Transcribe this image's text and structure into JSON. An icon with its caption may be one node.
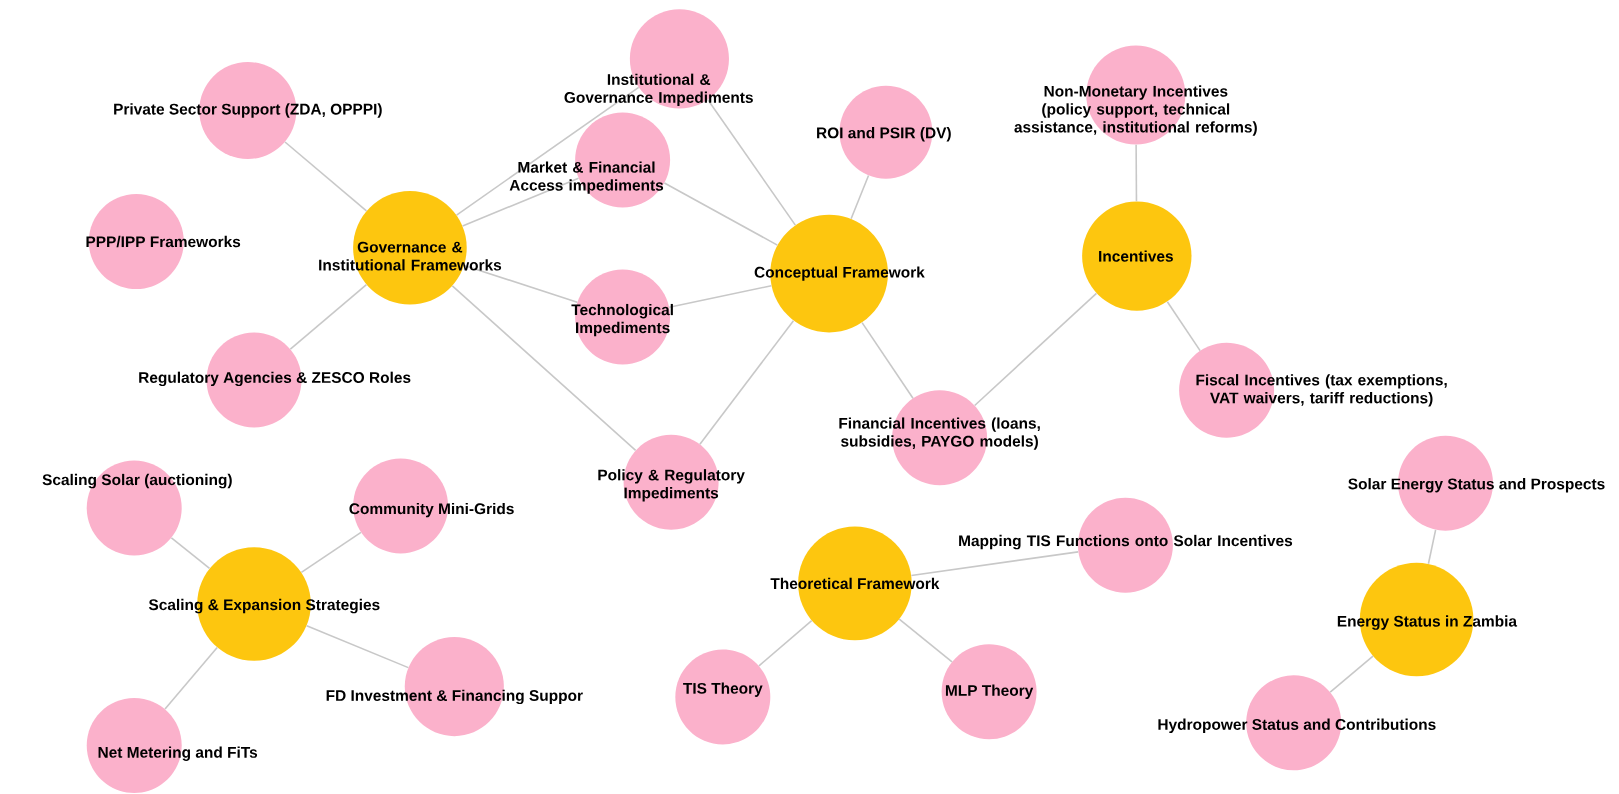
{
  "diagram": {
    "nodes": [
      {
        "text": [
          "Private Sector Support (ZDA, OPPPI)"
        ]
      },
      {
        "text": [
          "Institutional & Governance Impediments"
        ]
      },
      {
        "text": [
          "Non-Monetary Incentives (policy support, technical assistance, institutional reforms)"
        ]
      },
      {
        "text": [
          "ROI and PSIR (DV)"
        ]
      },
      {
        "text": [
          "Market & Financial Access impediments"
        ]
      },
      {
        "text": [
          "PPP/IPP Frameworks"
        ]
      },
      {
        "text": [
          "Governance & Institutional Frameworks"
        ]
      },
      {
        "text": [
          "Conceptual Framework"
        ]
      },
      {
        "text": [
          "Incentives"
        ]
      },
      {
        "text": [
          "Technological Impediments"
        ]
      },
      {
        "text": [
          "Regulatory Agencies & ZESCO Roles"
        ]
      },
      {
        "text": [
          "Fiscal Incentives (tax exemptions, VAT waivers, tariff reductions)"
        ]
      },
      {
        "text": [
          "Financial Incentives (loans, subsidies, PAYGO models)"
        ]
      },
      {
        "text": [
          "Policy & Regulatory Impediments"
        ]
      },
      {
        "text": [
          "Solar Energy Status and Prospects"
        ]
      },
      {
        "text": [
          "Scaling Solar (auctioning)"
        ]
      },
      {
        "text": [
          "Community Mini-Grids"
        ]
      },
      {
        "text": [
          "Mapping TIS Functions onto Solar Incentives"
        ]
      },
      {
        "text": [
          "Theoretical Framework"
        ]
      },
      {
        "text": [
          "Scaling & Expansion Strategies"
        ]
      },
      {
        "text": [
          "Energy Status in Zambia"
        ]
      },
      {
        "text": [
          "FD Investment & Financing Suppor"
        ]
      },
      {
        "text": [
          "TIS Theory"
        ]
      },
      {
        "text": [
          "MLP Theory"
        ]
      },
      {
        "text": [
          "Net Metering and FiTs"
        ]
      },
      {
        "text": [
          "Hydropower Status and Contributions"
        ]
      }
    ],
    "edges": [
      {
        "from": 0,
        "to": 6,
        "arrow": "none"
      },
      {
        "from": 1,
        "to": 6,
        "arrow": "none"
      },
      {
        "from": 4,
        "to": 6,
        "arrow": "none"
      },
      {
        "from": 9,
        "to": 6,
        "arrow": "none"
      },
      {
        "from": 13,
        "to": 6,
        "arrow": "none"
      },
      {
        "from": 10,
        "to": 6,
        "arrow": "none"
      },
      {
        "from": 1,
        "to": 7,
        "arrow": "none"
      },
      {
        "from": 4,
        "to": 7,
        "arrow": "none"
      },
      {
        "from": 3,
        "to": 7,
        "arrow": "none"
      },
      {
        "from": 9,
        "to": 7,
        "arrow": "none"
      },
      {
        "from": 13,
        "to": 7,
        "arrow": "none"
      },
      {
        "from": 12,
        "to": 7,
        "arrow": "none"
      },
      {
        "from": 12,
        "to": 8,
        "arrow": "none"
      },
      {
        "from": 2,
        "to": 8,
        "arrow": "none"
      },
      {
        "from": 11,
        "to": 8,
        "arrow": "none"
      },
      {
        "from": 15,
        "to": 19,
        "arrow": "none"
      },
      {
        "from": 16,
        "to": 19,
        "arrow": "none"
      },
      {
        "from": 21,
        "to": 19,
        "arrow": "none"
      },
      {
        "from": 24,
        "to": 19,
        "arrow": "none"
      },
      {
        "from": 17,
        "to": 18,
        "arrow": "none"
      },
      {
        "from": 22,
        "to": 18,
        "arrow": "none"
      },
      {
        "from": 23,
        "to": 18,
        "arrow": "none"
      },
      {
        "from": 14,
        "to": 20,
        "arrow": "none"
      },
      {
        "from": 25,
        "to": 20,
        "arrow": "none"
      }
    ]
  }
}
